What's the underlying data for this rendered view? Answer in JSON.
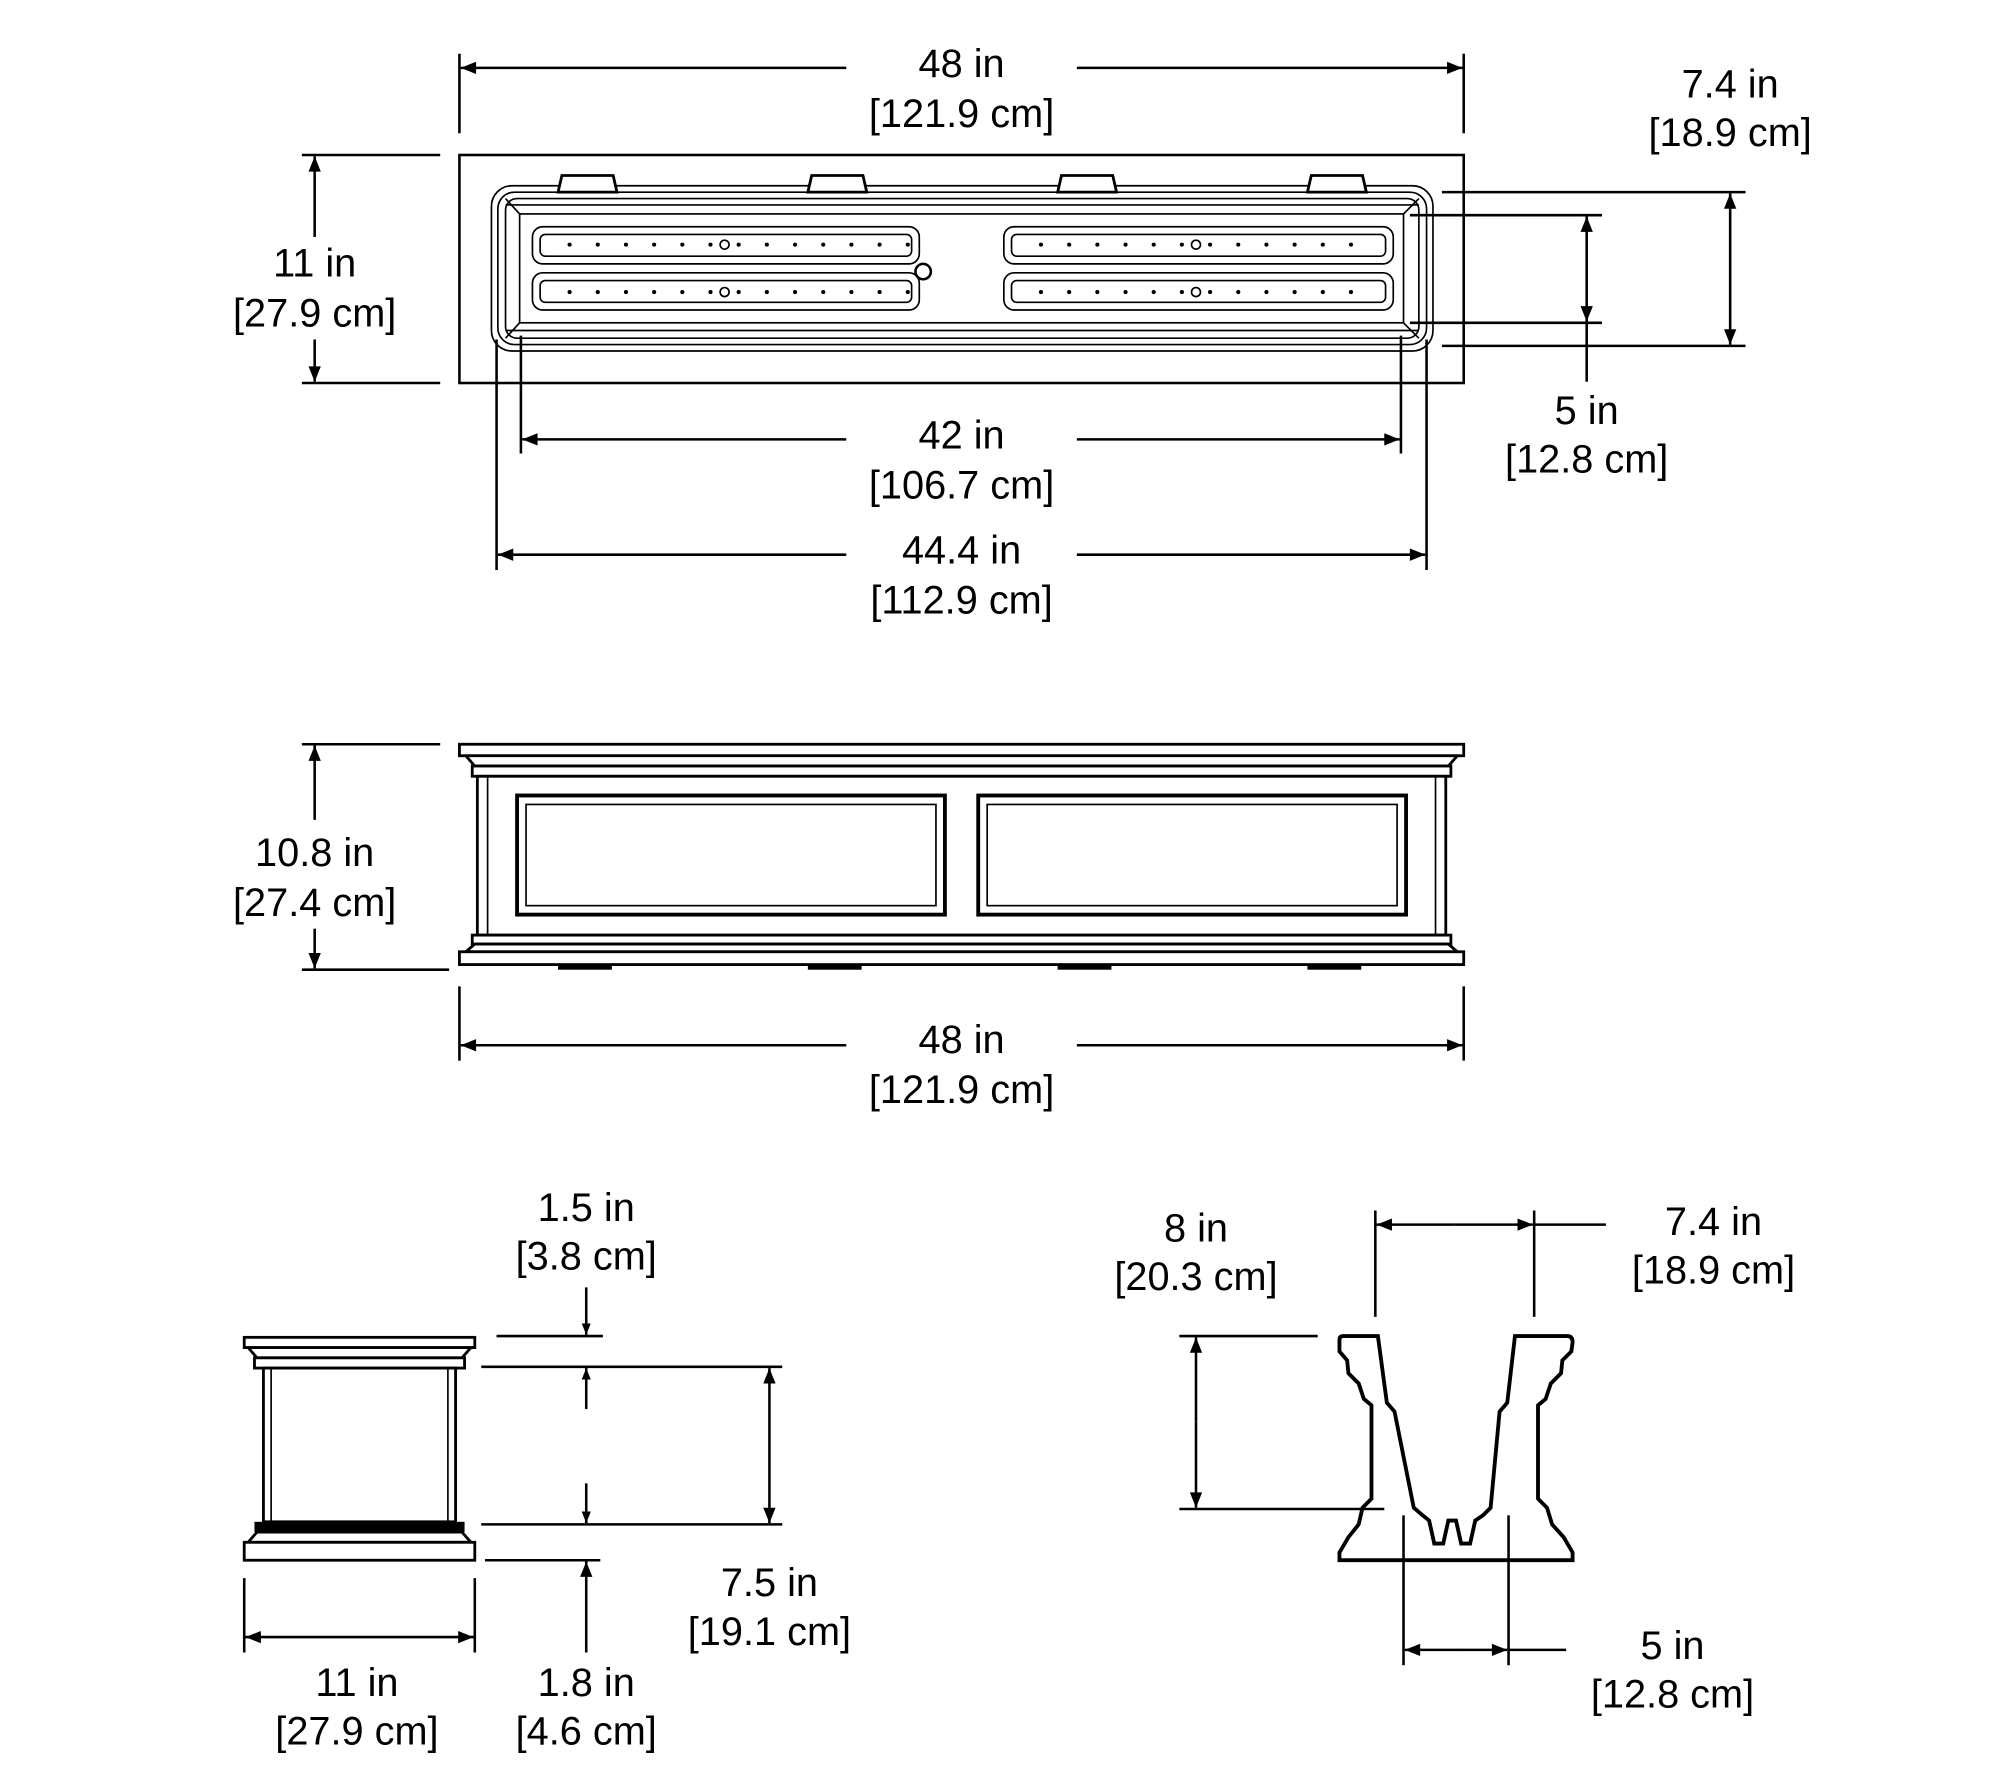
{
  "diagram": {
    "top_view": {
      "overall_length": {
        "in": "48 in",
        "cm": "[121.9 cm]"
      },
      "overall_width": {
        "in": "11 in",
        "cm": "[27.9 cm]"
      },
      "inner_width_top": {
        "in": "7.4 in",
        "cm": "[18.9 cm]"
      },
      "inner_width_bottom": {
        "in": "5 in",
        "cm": "[12.8 cm]"
      },
      "inner_length_bottom": {
        "in": "42 in",
        "cm": "[106.7 cm]"
      },
      "inner_length_top": {
        "in": "44.4 in",
        "cm": "[112.9 cm]"
      }
    },
    "front_view": {
      "height": {
        "in": "10.8 in",
        "cm": "[27.4 cm]"
      },
      "length": {
        "in": "48 in",
        "cm": "[121.9 cm]"
      }
    },
    "side_view": {
      "cap": {
        "in": "1.5 in",
        "cm": "[3.8 cm]"
      },
      "body": {
        "in": "7.5 in",
        "cm": "[19.1 cm]"
      },
      "base": {
        "in": "1.8 in",
        "cm": "[4.6 cm]"
      },
      "width": {
        "in": "11 in",
        "cm": "[27.9 cm]"
      }
    },
    "profile_view": {
      "depth": {
        "in": "8 in",
        "cm": "[20.3 cm]"
      },
      "top_width": {
        "in": "7.4 in",
        "cm": "[18.9 cm]"
      },
      "bottom_width": {
        "in": "5 in",
        "cm": "[12.8 cm]"
      }
    }
  }
}
